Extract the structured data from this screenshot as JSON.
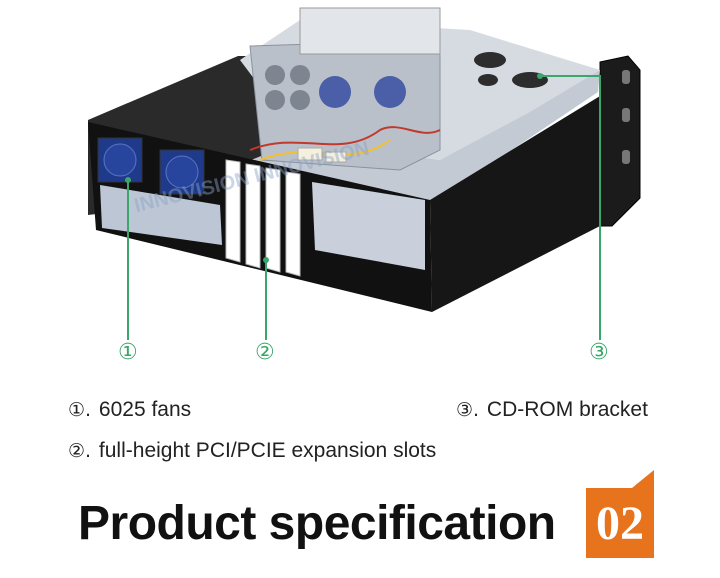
{
  "callouts": [
    {
      "marker": "①"
    },
    {
      "marker": "②"
    },
    {
      "marker": "③"
    }
  ],
  "legend": [
    {
      "marker": "①.",
      "text": "6025 fans"
    },
    {
      "marker": "③.",
      "text": "CD-ROM bracket"
    },
    {
      "marker": "②.",
      "text": "full-height PCI/PCIE expansion slots"
    }
  ],
  "watermark": "INNOVISION INNOVISION",
  "title": {
    "text": "Product specification",
    "number": "02"
  },
  "colors": {
    "callout": "#3aa66a",
    "badge": "#e8731d",
    "chassis": "#111111"
  }
}
